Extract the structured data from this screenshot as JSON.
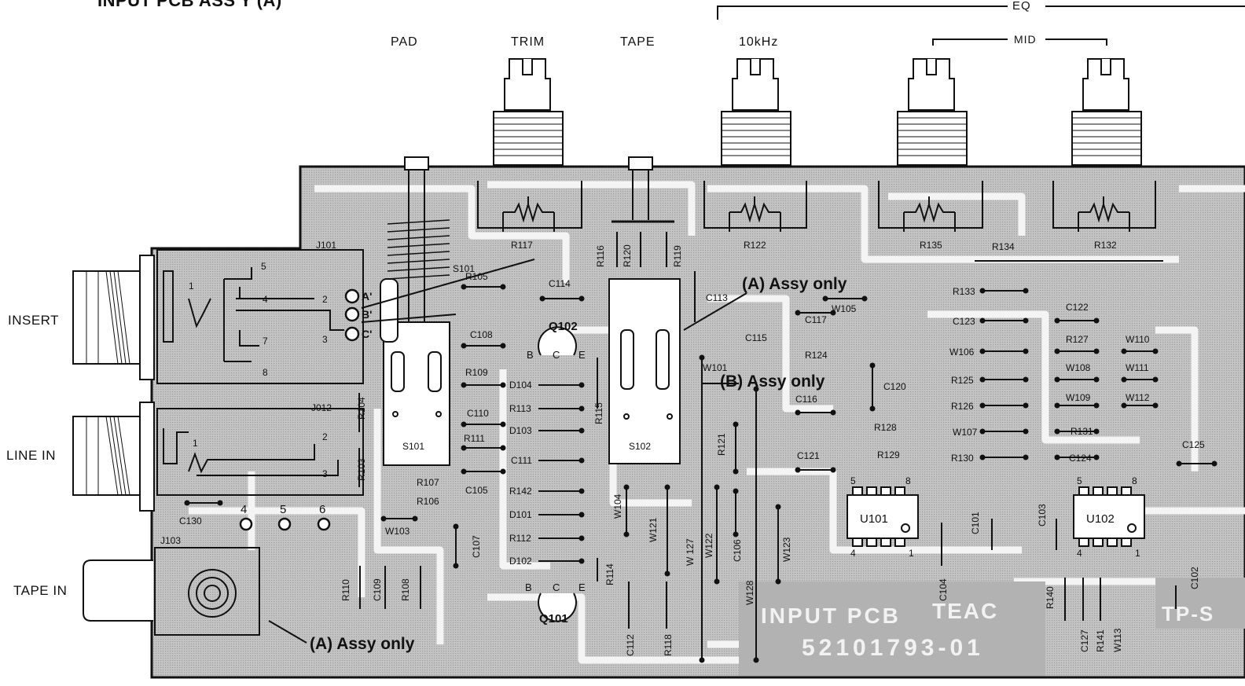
{
  "title": "INPUT PCB ASS'Y (A)",
  "side_labels": {
    "insert": "INSERT",
    "line_in": "LINE IN",
    "tape_in": "TAPE IN"
  },
  "knob_labels": {
    "pad": "PAD",
    "trim": "TRIM",
    "tape": "TAPE",
    "tenk": "10kHz"
  },
  "group_labels": {
    "eq": "EQ",
    "mid": "MID"
  },
  "annotations": {
    "a_assy_only_top": "(A) Assy only",
    "b_assy_only": "(B) Assy only",
    "a_assy_only_bottom": "(A) Assy only"
  },
  "silkscreen": {
    "board_name": "INPUT PCB",
    "brand": "TEAC",
    "part_number": "52101793-01",
    "tp": "TP-S"
  },
  "components": {
    "jacks": [
      "J101",
      "J012",
      "J103"
    ],
    "switches": [
      "S101",
      "S102"
    ],
    "transistors": [
      "Q101",
      "Q102"
    ],
    "ics": [
      "U101",
      "U102"
    ],
    "pots": [
      "R117",
      "R122",
      "R135",
      "R132"
    ],
    "resistors": [
      "R103",
      "R104",
      "R105",
      "R106",
      "R107",
      "R108",
      "R109",
      "R110",
      "R111",
      "R112",
      "R113",
      "R114",
      "R115",
      "R116",
      "R118",
      "R119",
      "R120",
      "R121",
      "R124",
      "R125",
      "R126",
      "R127",
      "R128",
      "R129",
      "R130",
      "R131",
      "R133",
      "R134",
      "R140",
      "R141",
      "R142"
    ],
    "capacitors": [
      "C101",
      "C102",
      "C103",
      "C104",
      "C105",
      "C106",
      "C107",
      "C108",
      "C109",
      "C110",
      "C111",
      "C112",
      "C113",
      "C114",
      "C115",
      "C116",
      "C117",
      "C120",
      "C121",
      "C122",
      "C123",
      "C124",
      "C125",
      "C127",
      "C130"
    ],
    "diodes": [
      "D101",
      "D102",
      "D103",
      "D104"
    ],
    "wires": [
      "W101",
      "W103",
      "W104",
      "W105",
      "W106",
      "W107",
      "W108",
      "W109",
      "W110",
      "W111",
      "W112",
      "W113",
      "W121",
      "W122",
      "W123",
      "W127",
      "W128"
    ],
    "pin_numbers": [
      "1",
      "2",
      "3",
      "4",
      "5",
      "6",
      "7",
      "8"
    ],
    "pin_letters": [
      "A'",
      "B'",
      "C'"
    ],
    "transistor_pins": [
      "B",
      "C",
      "E"
    ]
  }
}
